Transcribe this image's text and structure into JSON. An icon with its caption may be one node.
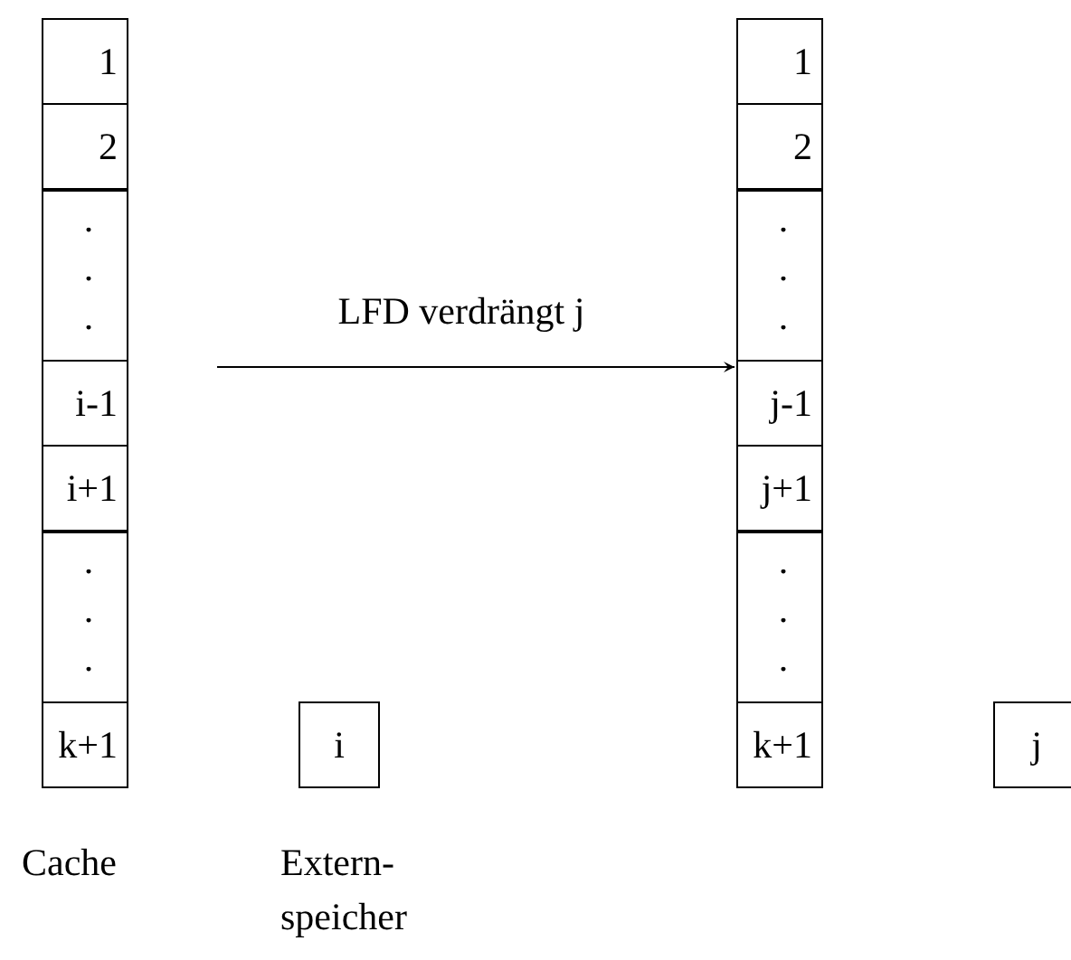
{
  "diagram": {
    "nodes": [
      {
        "text": [
          "1"
        ]
      },
      {
        "text": [
          "2"
        ]
      },
      {
        "text": [
          "..."
        ]
      },
      {
        "text": [
          "i-1"
        ]
      },
      {
        "text": [
          "i+1"
        ]
      },
      {
        "text": [
          "..."
        ]
      },
      {
        "text": [
          "k+1"
        ]
      },
      {
        "text": [
          "i"
        ]
      },
      {
        "text": [
          "1"
        ]
      },
      {
        "text": [
          "2"
        ]
      },
      {
        "text": [
          "..."
        ]
      },
      {
        "text": [
          "j-1"
        ]
      },
      {
        "text": [
          "j+1"
        ]
      },
      {
        "text": [
          "..."
        ]
      },
      {
        "text": [
          "k+1"
        ]
      },
      {
        "text": [
          "j"
        ]
      }
    ],
    "edges": [
      {
        "from": null,
        "to": 11,
        "arrow": "to",
        "label": "LFD verdrängt j"
      }
    ],
    "labels": [
      "Cache",
      "Extern- speicher"
    ]
  }
}
